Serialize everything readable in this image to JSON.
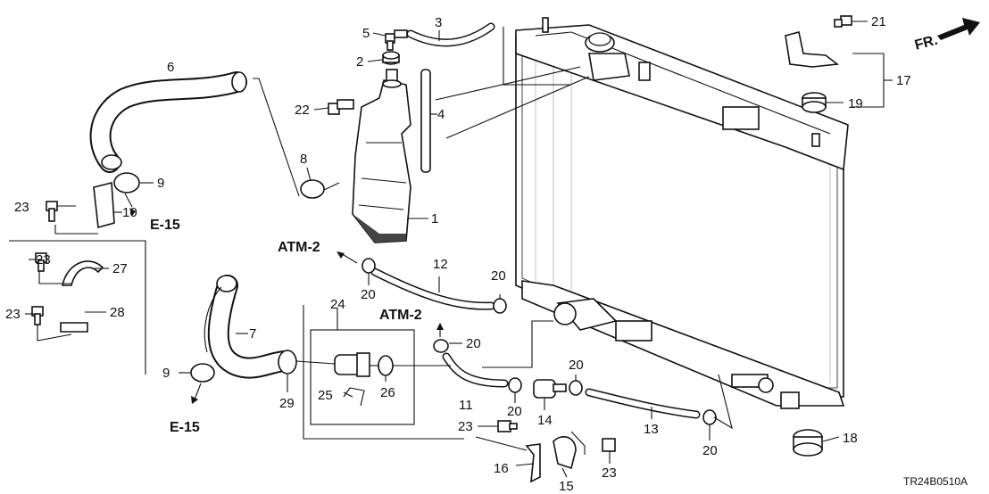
{
  "diagram_code": "TR24B0510A",
  "direction_label": "FR.",
  "references": {
    "atm_upper": "ATM-2",
    "atm_lower": "ATM-2",
    "e15_upper": "E-15",
    "e15_lower": "E-15"
  },
  "callouts": {
    "c1": "1",
    "c2": "2",
    "c3": "3",
    "c4": "4",
    "c5": "5",
    "c6": "6",
    "c7": "7",
    "c8": "8",
    "c9a": "9",
    "c9b": "9",
    "c10": "10",
    "c11": "11",
    "c12": "12",
    "c13": "13",
    "c14": "14",
    "c15": "15",
    "c16": "16",
    "c17": "17",
    "c18": "18",
    "c19": "19",
    "c20a": "20",
    "c20b": "20",
    "c20c": "20",
    "c20d": "20",
    "c20e": "20",
    "c20f": "20",
    "c21": "21",
    "c22": "22",
    "c23a": "23",
    "c23b": "23",
    "c23c": "23",
    "c23d": "23",
    "c23e": "23",
    "c24": "24",
    "c25": "25",
    "c26": "26",
    "c27": "27",
    "c28": "28",
    "c29": "29"
  }
}
